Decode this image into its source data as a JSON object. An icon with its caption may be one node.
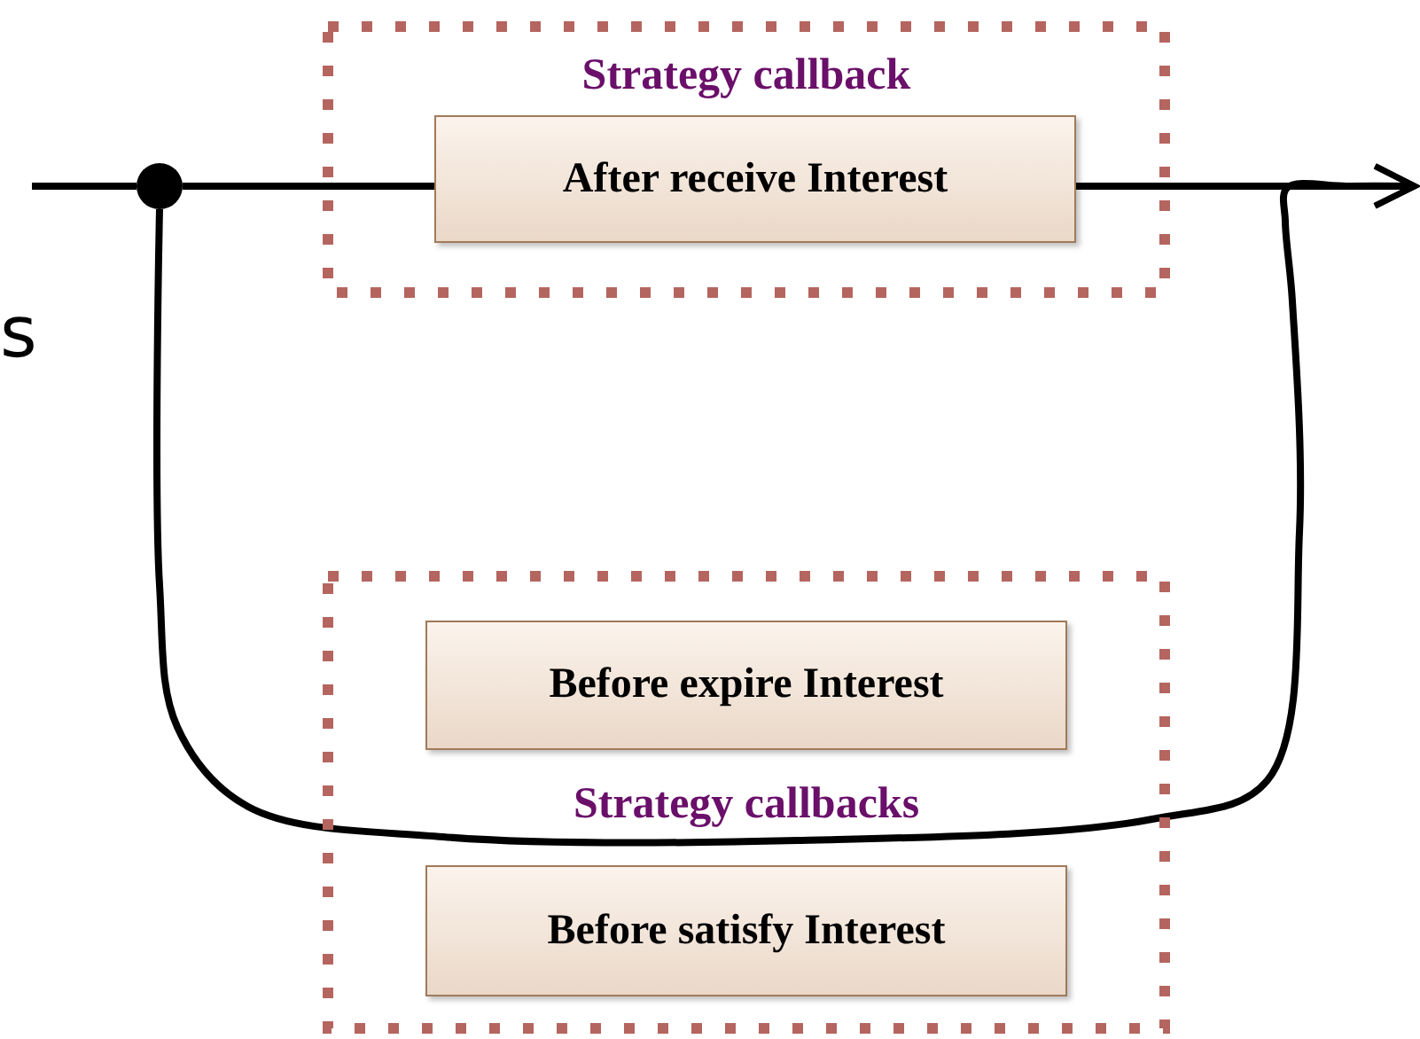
{
  "diagram": {
    "nodes": [
      {
        "text": [
          "Strategy callback"
        ]
      },
      {
        "text": [
          "After receive Interest"
        ],
        "in": 0
      },
      {
        "text": [
          "Strategy callbacks"
        ]
      },
      {
        "text": [
          "Before expire Interest"
        ],
        "in": 2
      },
      {
        "text": [
          "Before satisfy Interest"
        ],
        "in": 2
      },
      {
        "text": [],
        "shape": "circle"
      }
    ],
    "edges": [
      {
        "from": null,
        "to": 5,
        "arrow": "none"
      },
      {
        "from": 5,
        "to": 1,
        "arrow": "none"
      },
      {
        "from": 1,
        "to": null,
        "arrow": "to"
      },
      {
        "from": 5,
        "to": null,
        "arrow": "to"
      }
    ],
    "labels": [
      "s"
    ]
  }
}
